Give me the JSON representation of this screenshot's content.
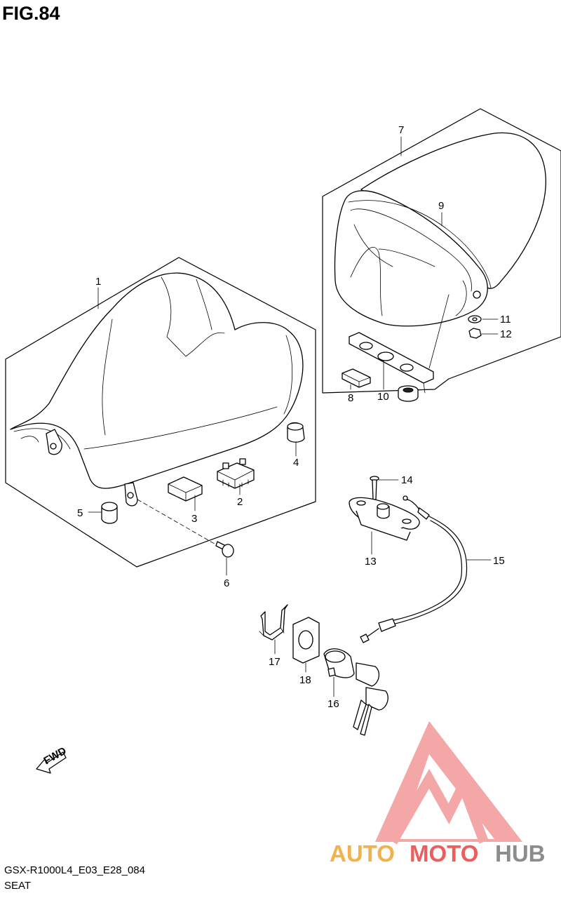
{
  "figure": {
    "title": "FIG.84",
    "code": "GSX-R1000L4_E03_E28_084",
    "name": "SEAT"
  },
  "callouts": [
    {
      "id": "1",
      "label": "1"
    },
    {
      "id": "2",
      "label": "2"
    },
    {
      "id": "3",
      "label": "3"
    },
    {
      "id": "4",
      "label": "4"
    },
    {
      "id": "5",
      "label": "5"
    },
    {
      "id": "6",
      "label": "6"
    },
    {
      "id": "7",
      "label": "7"
    },
    {
      "id": "8",
      "label": "8"
    },
    {
      "id": "9",
      "label": "9"
    },
    {
      "id": "10",
      "label": "10"
    },
    {
      "id": "11",
      "label": "11"
    },
    {
      "id": "12",
      "label": "12"
    },
    {
      "id": "13",
      "label": "13"
    },
    {
      "id": "14",
      "label": "14"
    },
    {
      "id": "15",
      "label": "15"
    },
    {
      "id": "16",
      "label": "16"
    },
    {
      "id": "17",
      "label": "17"
    },
    {
      "id": "18",
      "label": "18"
    }
  ],
  "direction_arrow": {
    "label": "FWD"
  },
  "watermark": {
    "part1": "AUTO",
    "part2": "MOTO",
    "part3": "HUB",
    "colors": {
      "orange": "#f2b14a",
      "red": "#ee5d5d",
      "grey": "#8c8c8c",
      "triangle": "#f08a8a"
    }
  }
}
